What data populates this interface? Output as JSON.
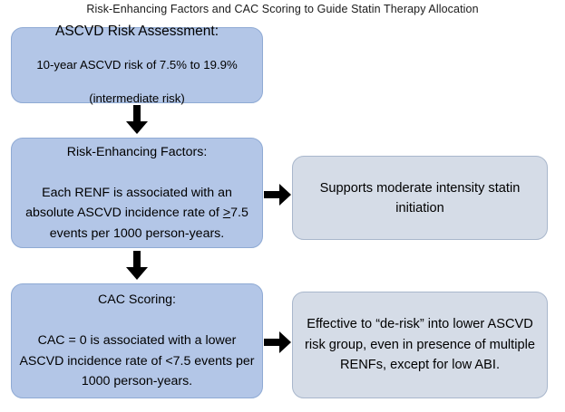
{
  "figure": {
    "title": "Risk-Enhancing Factors and CAC Scoring to Guide Statin Therapy Allocation",
    "colors": {
      "primary_fill": "#b3c6e7",
      "primary_border": "#8faad4",
      "secondary_fill": "#d5dce7",
      "secondary_border": "#a9b7cc",
      "arrow": "#000000",
      "text": "#000000",
      "background": "#ffffff"
    }
  },
  "nodes": {
    "ascvd": {
      "heading": "ASCVD Risk Assessment:",
      "line2": "10-year ASCVD risk of 7.5% to 19.9%",
      "line3": "(intermediate risk)"
    },
    "renf": {
      "heading": "Risk-Enhancing Factors:",
      "body_before": "Each RENF is associated with an absolute ASCVD incidence rate of ",
      "geq_symbol": ">",
      "body_after": "7.5 events per 1000 person-years."
    },
    "cac": {
      "heading": "CAC Scoring:",
      "body": "CAC = 0 is associated with a lower ASCVD incidence rate of <7.5 events per 1000 person-years."
    },
    "statin": {
      "body": "Supports moderate intensity statin initiation"
    },
    "derisk": {
      "body": "Effective to “de-risk” into lower ASCVD risk group, even in presence of multiple RENFs, except for low ABI."
    }
  },
  "arrows": {
    "ascvd_to_renf": "down-arrow",
    "renf_to_cac": "down-arrow",
    "renf_to_statin": "right-arrow",
    "cac_to_derisk": "right-arrow"
  }
}
